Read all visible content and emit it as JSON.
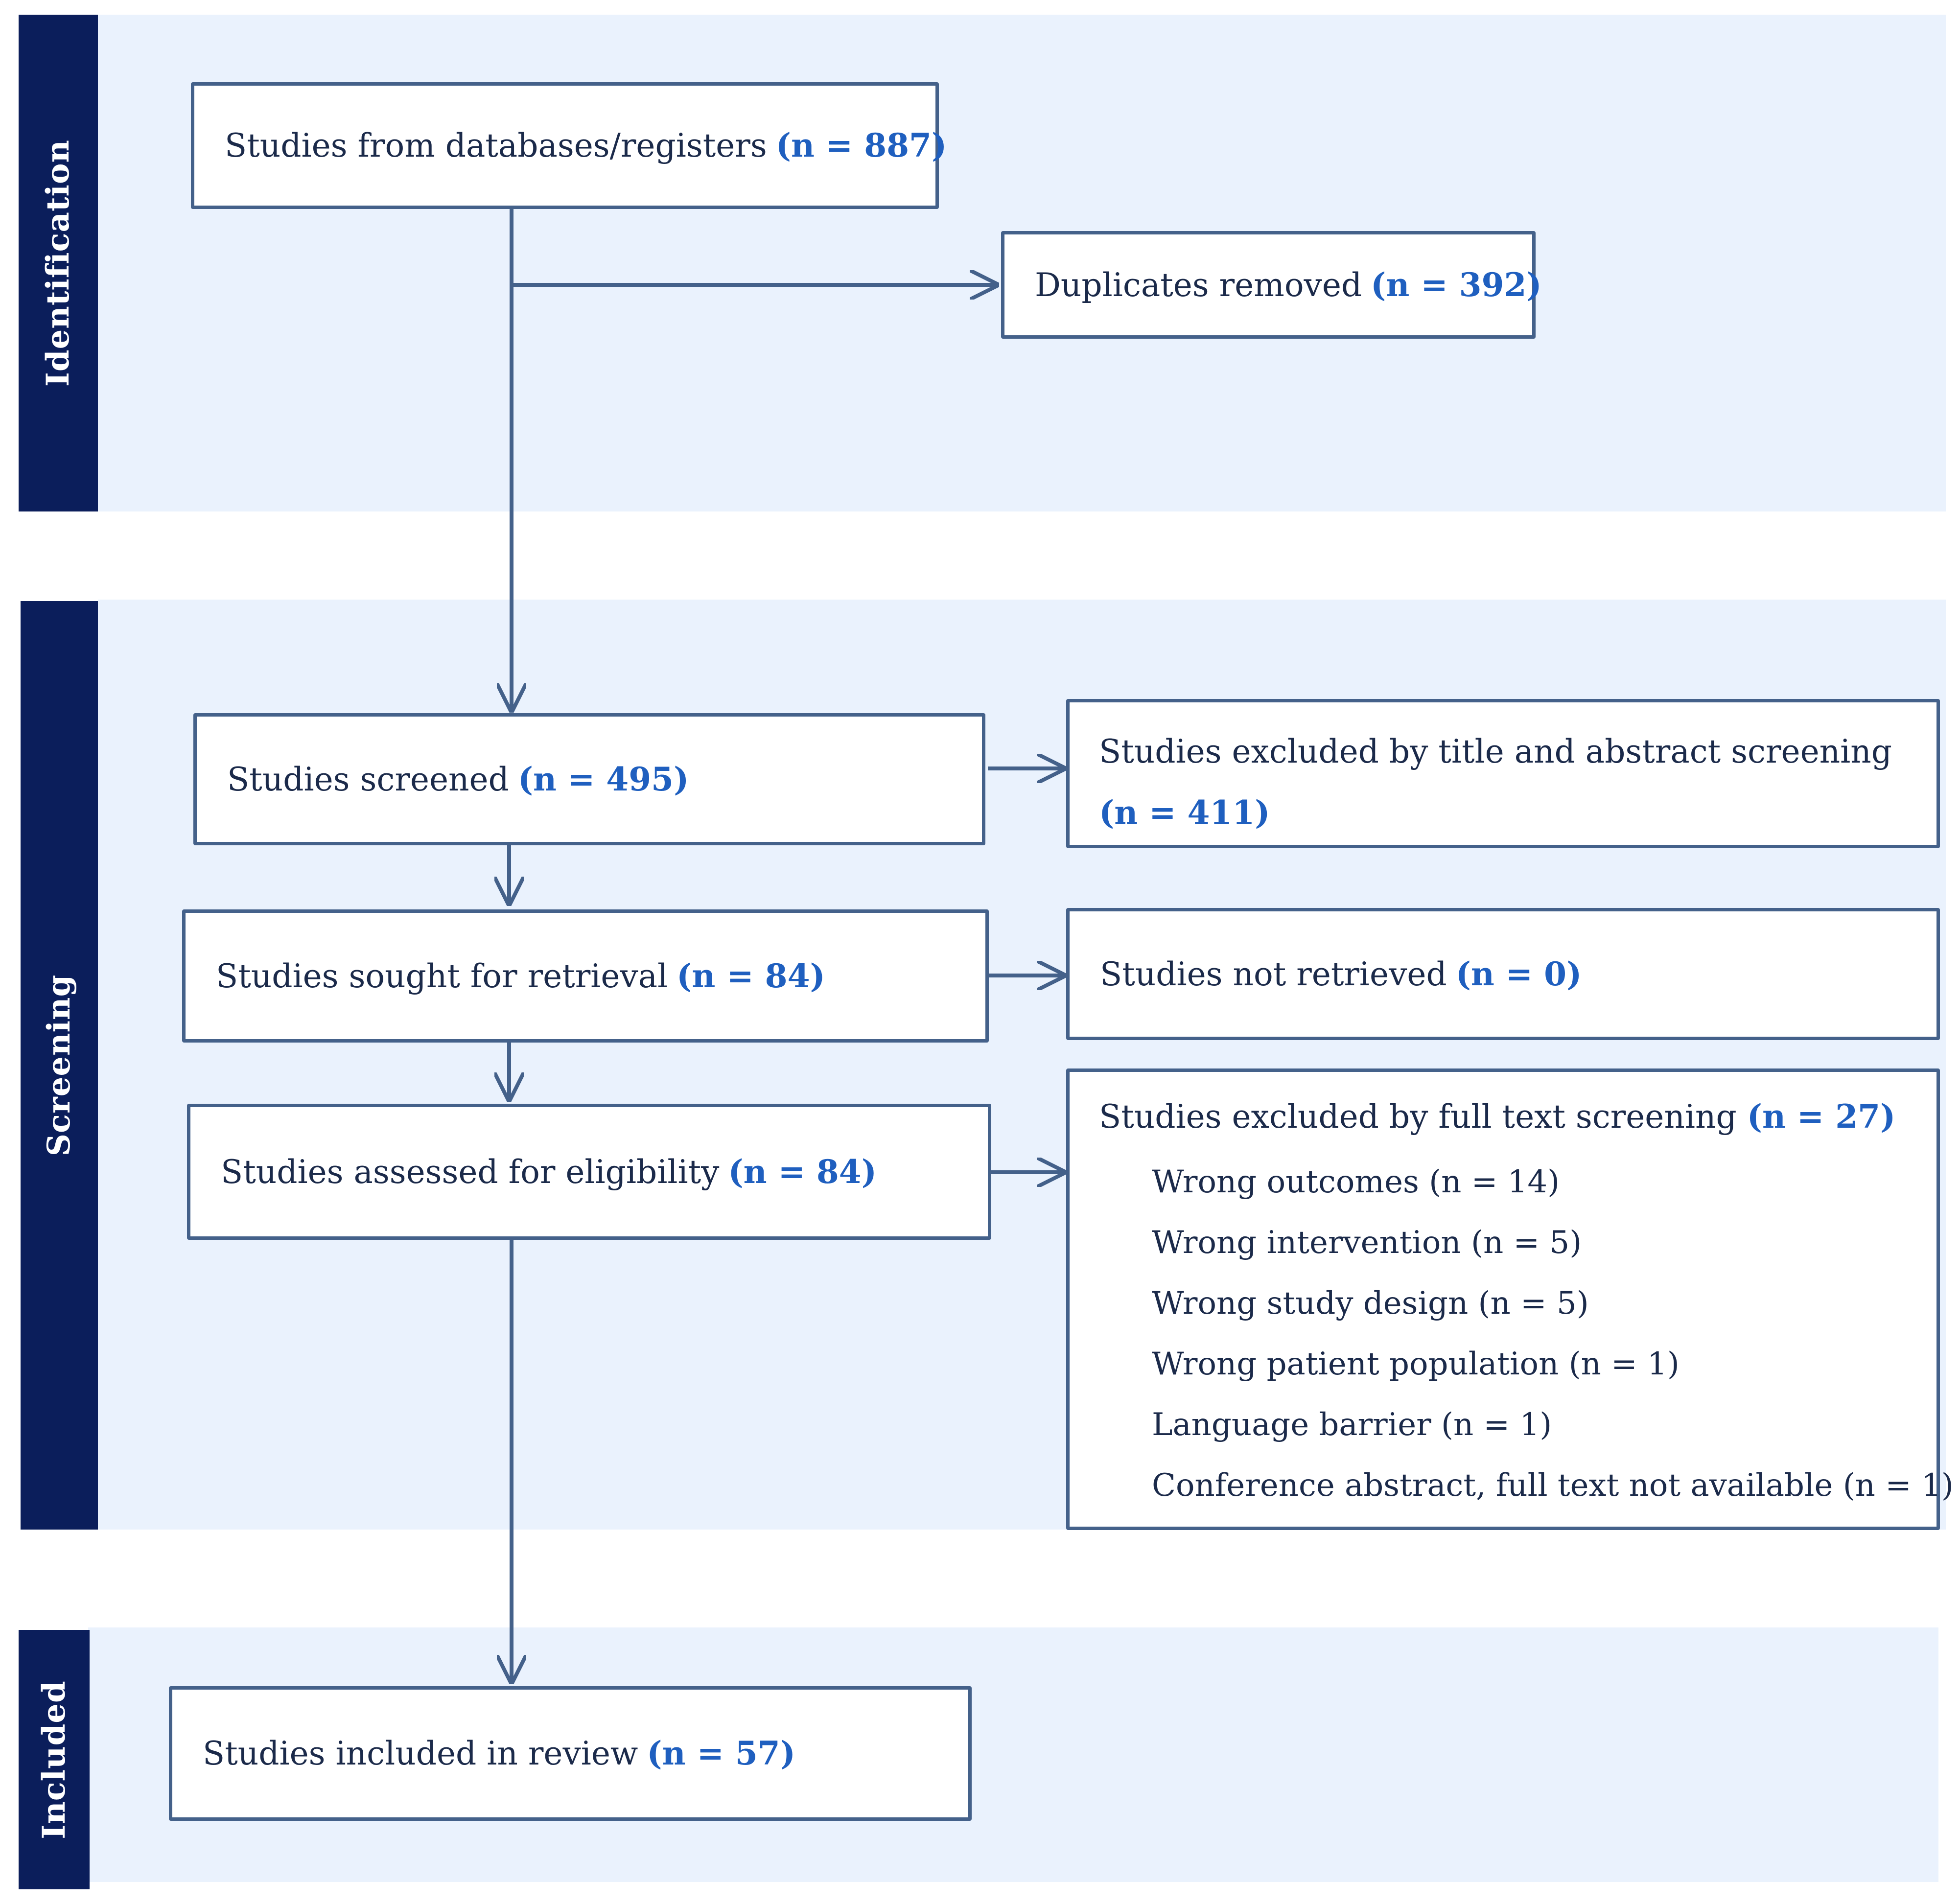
{
  "phases": {
    "identification": "Identification",
    "screening": "Screening",
    "included": "Included"
  },
  "boxes": {
    "records": {
      "label": "Studies from databases/registers",
      "n": "(n = 887)"
    },
    "duplicates": {
      "label": "Duplicates removed",
      "n": "(n = 392)"
    },
    "screened": {
      "label": "Studies screened",
      "n": "(n = 495)"
    },
    "excluded_title": {
      "label": "Studies excluded by title and abstract screening",
      "n": "(n = 411)"
    },
    "retrieval": {
      "label": "Studies sought for retrieval",
      "n": "(n = 84)"
    },
    "not_retrieved": {
      "label": "Studies not retrieved",
      "n": "(n = 0)"
    },
    "eligibility": {
      "label": "Studies assessed for eligibility",
      "n": "(n = 84)"
    },
    "excluded_full": {
      "label": "Studies excluded by full text screening",
      "n": "(n = 27)",
      "reasons": [
        "Wrong outcomes (n = 14)",
        "Wrong intervention (n = 5)",
        "Wrong study design (n = 5)",
        "Wrong patient population (n = 1)",
        "Language barrier (n = 1)",
        "Conference abstract, full text not available (n = 1)"
      ]
    },
    "included": {
      "label": "Studies included in review",
      "n": "(n = 57)"
    }
  },
  "colors": {
    "band": "#eaf2fd",
    "sidebar": "#0b1e5b",
    "border": "#44618a",
    "count": "#1f5fbf",
    "text": "#1b2a4a"
  }
}
